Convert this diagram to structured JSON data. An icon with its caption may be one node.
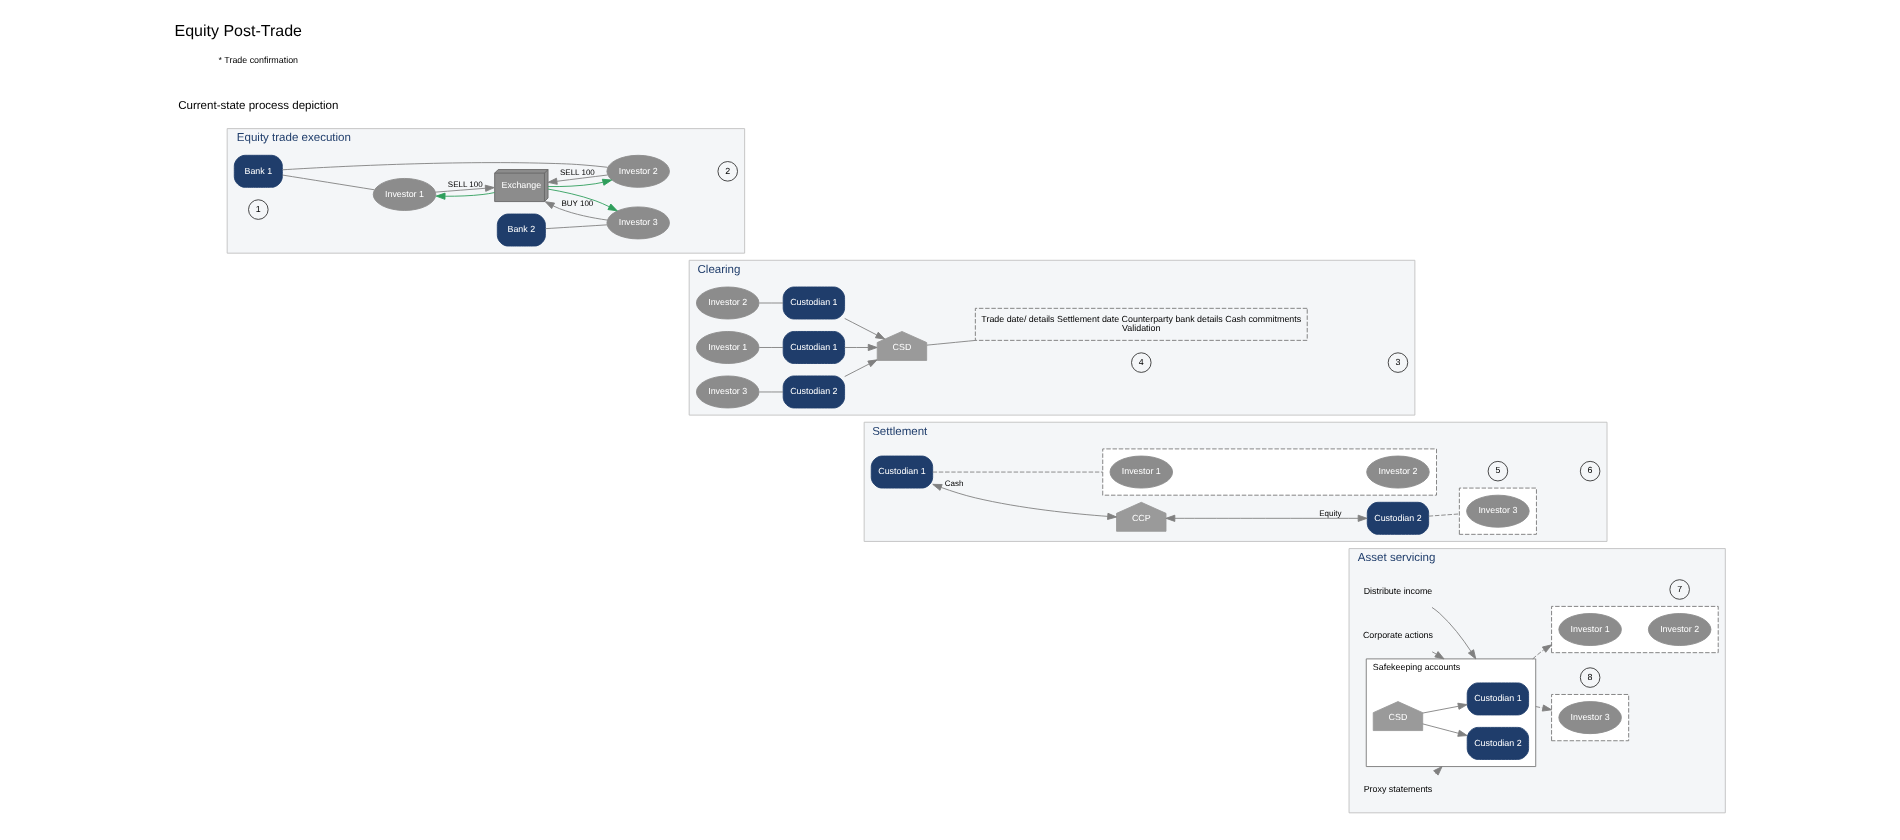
{
  "diagram": {
    "title": "Equity Post-Trade",
    "nodes": [
      {
        "text": [
          "Equity trade execution"
        ]
      },
      {
        "text": [
          "1"
        ],
        "in": 0
      },
      {
        "text": [
          "Investor 1"
        ],
        "in": 0
      },
      {
        "text": [
          "Bank 1"
        ],
        "in": 0
      },
      {
        "text": [
          "Investor 2"
        ],
        "in": 0
      },
      {
        "text": [
          "2"
        ],
        "in": 0
      },
      {
        "text": [
          "Exchange"
        ],
        "in": 0
      },
      {
        "text": [
          "Bank 2"
        ],
        "in": 0
      },
      {
        "text": [
          "Investor 3"
        ],
        "in": 0
      },
      {
        "text": [
          "Clearing"
        ]
      },
      {
        "text": [
          "Investor 1"
        ],
        "in": 9
      },
      {
        "text": [
          "Custodian 1"
        ],
        "in": 9
      },
      {
        "text": [
          "CSD"
        ],
        "in": 9
      },
      {
        "text": [
          "4"
        ],
        "in": 9
      },
      {
        "text": [
          "3"
        ],
        "in": 9
      },
      {
        "text": [
          "Investor 2"
        ],
        "in": 9
      },
      {
        "text": [
          "Custodian 1"
        ],
        "in": 9
      },
      {
        "text": [
          "Trade date/ details Settlement date Counterparty bank details Cash commitments",
          "Validation"
        ],
        "in": 9
      },
      {
        "text": [
          "Investor 3"
        ],
        "in": 9
      },
      {
        "text": [
          "Custodian 2"
        ],
        "in": 9
      },
      {
        "text": [
          "Settlement"
        ]
      },
      {
        "text": [
          "Custodian 1"
        ],
        "in": 20
      },
      {
        "text": [
          "CCP"
        ],
        "in": 20
      },
      {
        "text": [
          "Custodian 2"
        ],
        "in": 20
      },
      {
        "text": [
          "5"
        ],
        "in": 20
      },
      {
        "text": [
          "6"
        ],
        "in": 20
      },
      {
        "text": [],
        "shape": "box",
        "in": 20
      },
      {
        "text": [
          "Investor 1"
        ],
        "in": 26
      },
      {
        "text": [
          "Investor 2"
        ],
        "in": 26
      },
      {
        "text": [],
        "shape": "box",
        "in": 20
      },
      {
        "text": [
          "Investor 3"
        ],
        "in": 29
      },
      {
        "text": [
          "Asset servicing"
        ]
      },
      {
        "text": [],
        "shape": "box",
        "in": 31
      },
      {
        "text": [
          "Investor 1"
        ],
        "in": 32
      },
      {
        "text": [
          "Investor 2"
        ],
        "in": 32
      },
      {
        "text": [
          "7"
        ],
        "in": 31
      },
      {
        "text": [],
        "shape": "box",
        "in": 31
      },
      {
        "text": [
          "Investor 3"
        ],
        "in": 36
      },
      {
        "text": [
          "Safekeeping accounts"
        ],
        "in": 31
      },
      {
        "text": [
          "Custodian 1"
        ],
        "in": 38
      },
      {
        "text": [
          "CSD"
        ],
        "in": 38
      },
      {
        "text": [
          "Custodian 2"
        ],
        "in": 38
      },
      {
        "text": [
          "8"
        ],
        "in": 31
      },
      {
        "text": [
          "Distribute income"
        ],
        "in": 31
      },
      {
        "text": [
          "Corporate actions"
        ],
        "in": 31
      },
      {
        "text": [
          "Proxy statements"
        ],
        "in": 31
      }
    ],
    "edges": [
      {
        "from": 3,
        "to": 2,
        "arrow": "none"
      },
      {
        "from": 3,
        "to": 4,
        "arrow": "none"
      },
      {
        "from": 7,
        "to": 8,
        "arrow": "none"
      },
      {
        "from": 2,
        "to": 6,
        "arrow": "to",
        "label": "SELL 100"
      },
      {
        "from": 4,
        "to": 6,
        "arrow": "to",
        "label": "SELL 100"
      },
      {
        "from": 8,
        "to": 6,
        "arrow": "to",
        "label": "BUY 100"
      },
      {
        "from": 6,
        "to": 2,
        "arrow": "to",
        "color": "#2e9e5b"
      },
      {
        "from": 6,
        "to": 4,
        "arrow": "to",
        "color": "#2e9e5b"
      },
      {
        "from": 6,
        "to": 8,
        "arrow": "to",
        "color": "#2e9e5b"
      },
      {
        "from": 10,
        "to": 11,
        "arrow": "none"
      },
      {
        "from": 15,
        "to": 16,
        "arrow": "none"
      },
      {
        "from": 18,
        "to": 19,
        "arrow": "none"
      },
      {
        "from": 11,
        "to": 12,
        "arrow": "to"
      },
      {
        "from": 16,
        "to": 12,
        "arrow": "to"
      },
      {
        "from": 19,
        "to": 12,
        "arrow": "to"
      },
      {
        "from": 12,
        "to": 17,
        "arrow": "none"
      },
      {
        "from": 21,
        "to": 22,
        "arrow": "both",
        "label": "Cash"
      },
      {
        "from": 22,
        "to": 23,
        "arrow": "both",
        "label": "Equity"
      },
      {
        "from": 21,
        "to": 26,
        "arrow": "none",
        "style": "dashed"
      },
      {
        "from": 23,
        "to": 29,
        "arrow": "none",
        "style": "dashed"
      },
      {
        "from": 38,
        "to": 32,
        "arrow": "to",
        "style": "dashed"
      },
      {
        "from": 38,
        "to": 36,
        "arrow": "to",
        "style": "dashed"
      },
      {
        "from": 40,
        "to": 39,
        "arrow": "to"
      },
      {
        "from": 40,
        "to": 41,
        "arrow": "to"
      },
      {
        "from": 43,
        "to": 38,
        "arrow": "to"
      },
      {
        "from": 44,
        "to": 38,
        "arrow": "to"
      },
      {
        "from": 45,
        "to": 38,
        "arrow": "to"
      }
    ],
    "labels": [
      "Current-state process depiction",
      "* Trade confirmation"
    ]
  }
}
